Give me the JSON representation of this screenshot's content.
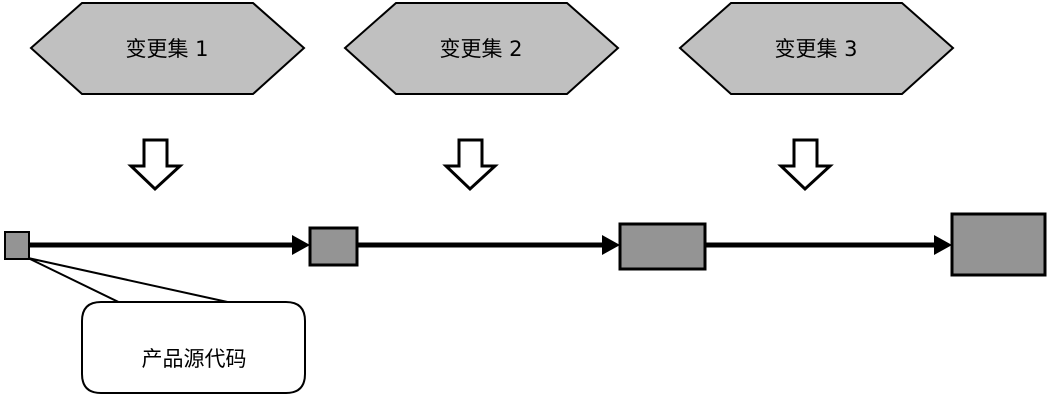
{
  "diagram": {
    "type": "flow-diagram",
    "background_color": "#ffffff",
    "changesets": [
      {
        "label": "变更集 1",
        "shape": "hexagon",
        "fill": "#c0c0c0",
        "stroke": "#000000"
      },
      {
        "label": "变更集 2",
        "shape": "hexagon",
        "fill": "#c0c0c0",
        "stroke": "#000000"
      },
      {
        "label": "变更集 3",
        "shape": "hexagon",
        "fill": "#c0c0c0",
        "stroke": "#000000"
      }
    ],
    "apply_arrows": [
      {
        "name": "down-arrow-1",
        "direction": "down",
        "fill": "#ffffff",
        "stroke": "#000000"
      },
      {
        "name": "down-arrow-2",
        "direction": "down",
        "fill": "#ffffff",
        "stroke": "#000000"
      },
      {
        "name": "down-arrow-3",
        "direction": "down",
        "fill": "#ffffff",
        "stroke": "#000000"
      }
    ],
    "timeline": {
      "line_color": "#000000",
      "versions": [
        {
          "name": "version-box-1",
          "fill": "#949494",
          "stroke": "#000000"
        },
        {
          "name": "version-box-2",
          "fill": "#949494",
          "stroke": "#000000"
        },
        {
          "name": "version-box-3",
          "fill": "#949494",
          "stroke": "#000000"
        },
        {
          "name": "version-box-4",
          "fill": "#949494",
          "stroke": "#000000"
        }
      ],
      "connectors": [
        {
          "name": "timeline-arrow-1"
        },
        {
          "name": "timeline-arrow-2"
        },
        {
          "name": "timeline-arrow-3"
        }
      ]
    },
    "callout": {
      "label": "产品源代码",
      "fill": "#ffffff",
      "stroke": "#000000",
      "points_to": "version-box-1"
    }
  }
}
